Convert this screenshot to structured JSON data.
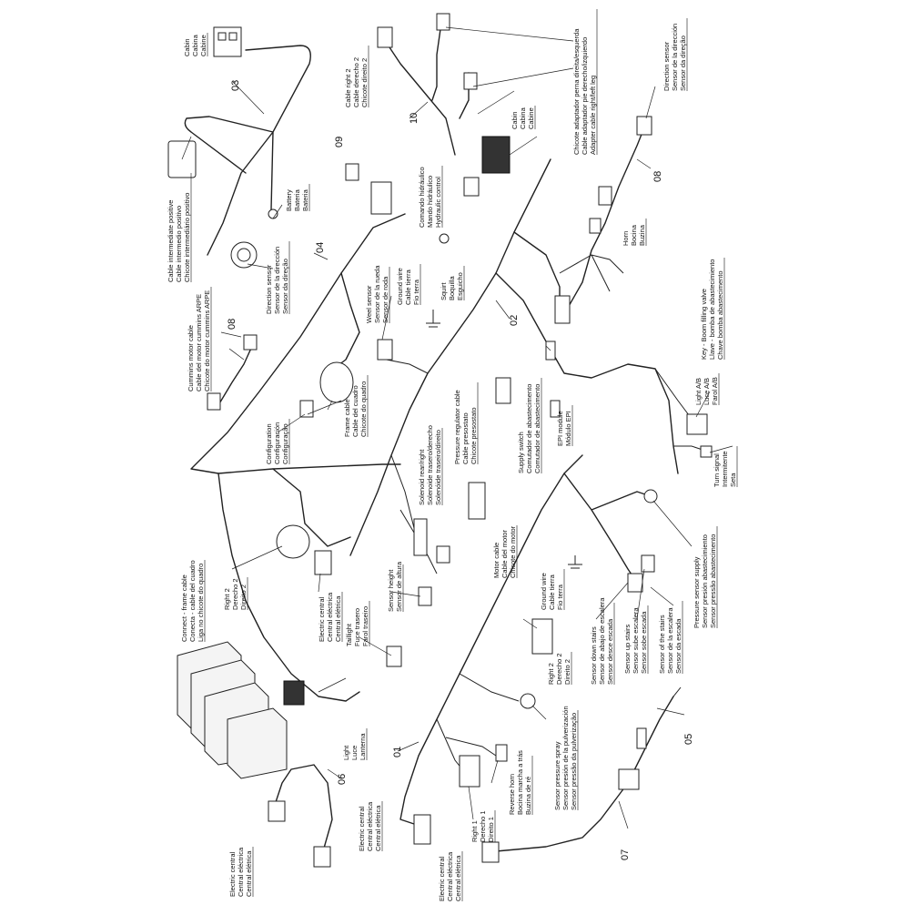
{
  "labels": {
    "cabin_top": [
      "Cabin",
      "Cabina",
      "Cabine"
    ],
    "cable_intermediate": [
      "Cable intermediate positive",
      "Cable intermedio positivo",
      "Chicote intermediário positivo"
    ],
    "battery": [
      "Battery",
      "Bateria",
      "Bateria"
    ],
    "direction_sensor_left": [
      "Direction sensor",
      "Sensor de la dirección",
      "Sensor da direção"
    ],
    "cummins": [
      "Cummins motor cable",
      "Cable del motor cummins ARPE",
      "Chicote do motor cummins ARPE"
    ],
    "frame_cable": [
      "Frame cable",
      "Cable del cuadro",
      "Chicote do quadro"
    ],
    "configuration": [
      "Configuration",
      "Configuración",
      "Configuração"
    ],
    "right2_left": [
      "Right 2",
      "Derecho 2",
      "Direito 2"
    ],
    "connect_frame": [
      "Connect - frame cable",
      "Conecta - cable del cuadro",
      "Liga no chicote do quadro"
    ],
    "electric_central_mid": [
      "Electric central",
      "Central eléctrica",
      "Central elétrica"
    ],
    "taillight": [
      "Taillight",
      "Fuce trasero",
      "Farol traseiro"
    ],
    "sensor_height": [
      "Sensor height",
      "Sensor de altura"
    ],
    "light": [
      "Light",
      "Luce",
      "Lanterna"
    ],
    "electric_central_bl": [
      "Electric central",
      "Central eléctrica",
      "Central elétrica"
    ],
    "electric_central_b2": [
      "Electric central",
      "Central eléctrica",
      "Central elétrica"
    ],
    "right1": [
      "Right 1",
      "Derecho 1",
      "Direito 1"
    ],
    "reverse_horn": [
      "Reverse horn",
      "Bocina marcha a trás",
      "Buzina de ré"
    ],
    "wheel_sensor": [
      "Weel sensor",
      "Sensor de la rueda",
      "Sensor de roda"
    ],
    "ground_wire_top": [
      "Ground wire",
      "Cable tierra",
      "Fio terra"
    ],
    "squirt": [
      "Squirt",
      "Boquilla",
      "Esguicho"
    ],
    "hydraulic_control": [
      "Comando hidráulico",
      "Mando hidráulico",
      "Hydraulic control"
    ],
    "solenoid": [
      "Solenoid rear/right",
      "Solenoide trasero/derecho",
      "Solenóide traseiro/direito"
    ],
    "pressure_regulator": [
      "Pressure regulator cable",
      "Cable presostato",
      "Chicote presostato"
    ],
    "supply_switch": [
      "Supply switch",
      "Comutador de abastecimento",
      "Comutador de abastecimento"
    ],
    "motor_cable": [
      "Motor cable",
      "Cable del motor",
      "Chicote do motor"
    ],
    "ground_wire_mid": [
      "Ground wire",
      "Cable tierra",
      "Fio terra"
    ],
    "right2_mid": [
      "Right 2",
      "Derecho 2",
      "Direito 2"
    ],
    "sensor_down_stairs": [
      "Sensor down stairs",
      "Sensor de abajo de escalera",
      "Sensor desce escada"
    ],
    "sensor_up_stairs": [
      "Sensor up stairs",
      "Sensor sube escalera",
      "Sensor sobe escada"
    ],
    "sensor_of_stairs": [
      "Sensor of the stairs",
      "Sensor de la escalera",
      "Sensor da escada"
    ],
    "pressure_sensor_supply": [
      "Pressure sensor supply",
      "Sensor presión abastecimiento",
      "Sensor pressão abastecimento"
    ],
    "sensor_pressure_spray": [
      "Sensor pressure spray",
      "Sensor presión de la pulverización",
      "Sensor pressão da pulverização"
    ],
    "epi_module": [
      "EPI module",
      "Módulo EPI"
    ],
    "turn_signal": [
      "Turn signal",
      "Intermitente",
      "Seta"
    ],
    "light_ab": [
      "Light A/B",
      "Luce A/B",
      "Farol A/B"
    ],
    "key_boom": [
      "Key - Boom filling valve",
      "Llave - bomba de abastecimiento",
      "Chave bomba abastecimento"
    ],
    "horn": [
      "Horn",
      "Bocina",
      "Buzina"
    ],
    "adapter_cable": [
      "Chicote adaptador perna direita/esquerda",
      "Cable adaptador pie derecho/izquierdo",
      "Adapter cable right/left leg"
    ],
    "cabin_right": [
      "Cabin",
      "Cabina",
      "Cabine"
    ],
    "cable_right2": [
      "Cable right 2",
      "Cable derecho 2",
      "Chicote direito 2"
    ],
    "direction_sensor_right": [
      "Direction sensor",
      "Sensor de la dirección",
      "Sensor da direção"
    ]
  },
  "part_numbers": {
    "p01": "01",
    "p02": "02",
    "p03": "03",
    "p04": "04",
    "p05": "05",
    "p06": "06",
    "p07": "07",
    "p08a": "08",
    "p08b": "08",
    "p09": "09",
    "p10": "10"
  }
}
